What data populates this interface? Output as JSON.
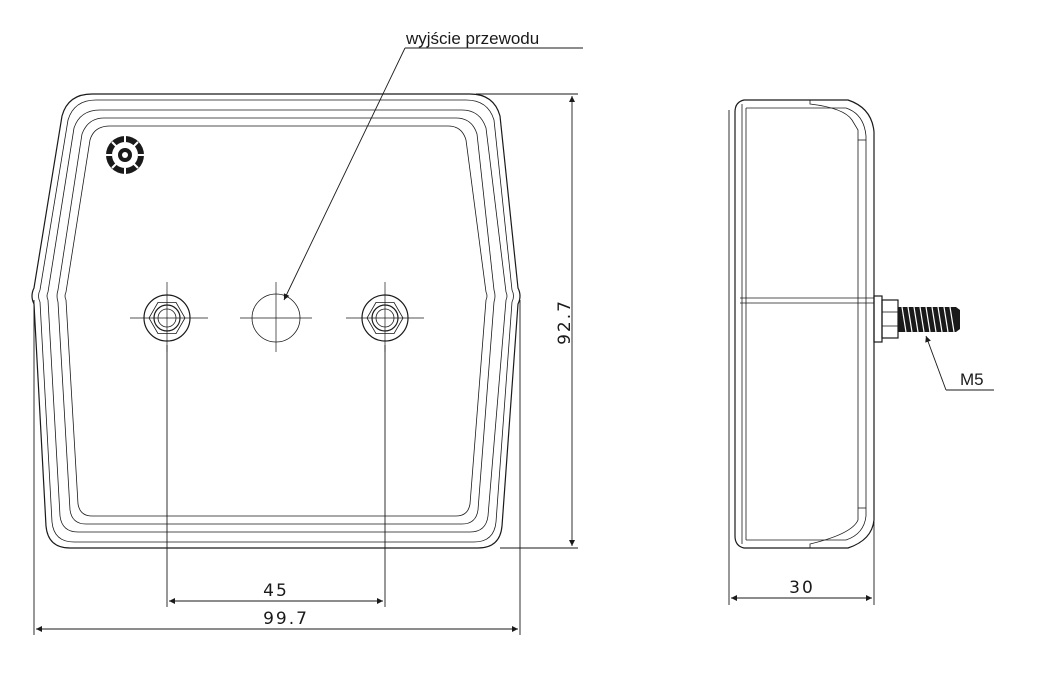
{
  "labels": {
    "cable_outlet": "wyjście przewodu",
    "bolt_thread": "M5"
  },
  "dimensions": {
    "height": "92.7",
    "bolt_spacing": "45",
    "width": "99.7",
    "depth": "30"
  },
  "stamp": {
    "icon": "approval-mark-icon"
  },
  "colors": {
    "line": "#1a1a1a",
    "background": "#ffffff"
  }
}
